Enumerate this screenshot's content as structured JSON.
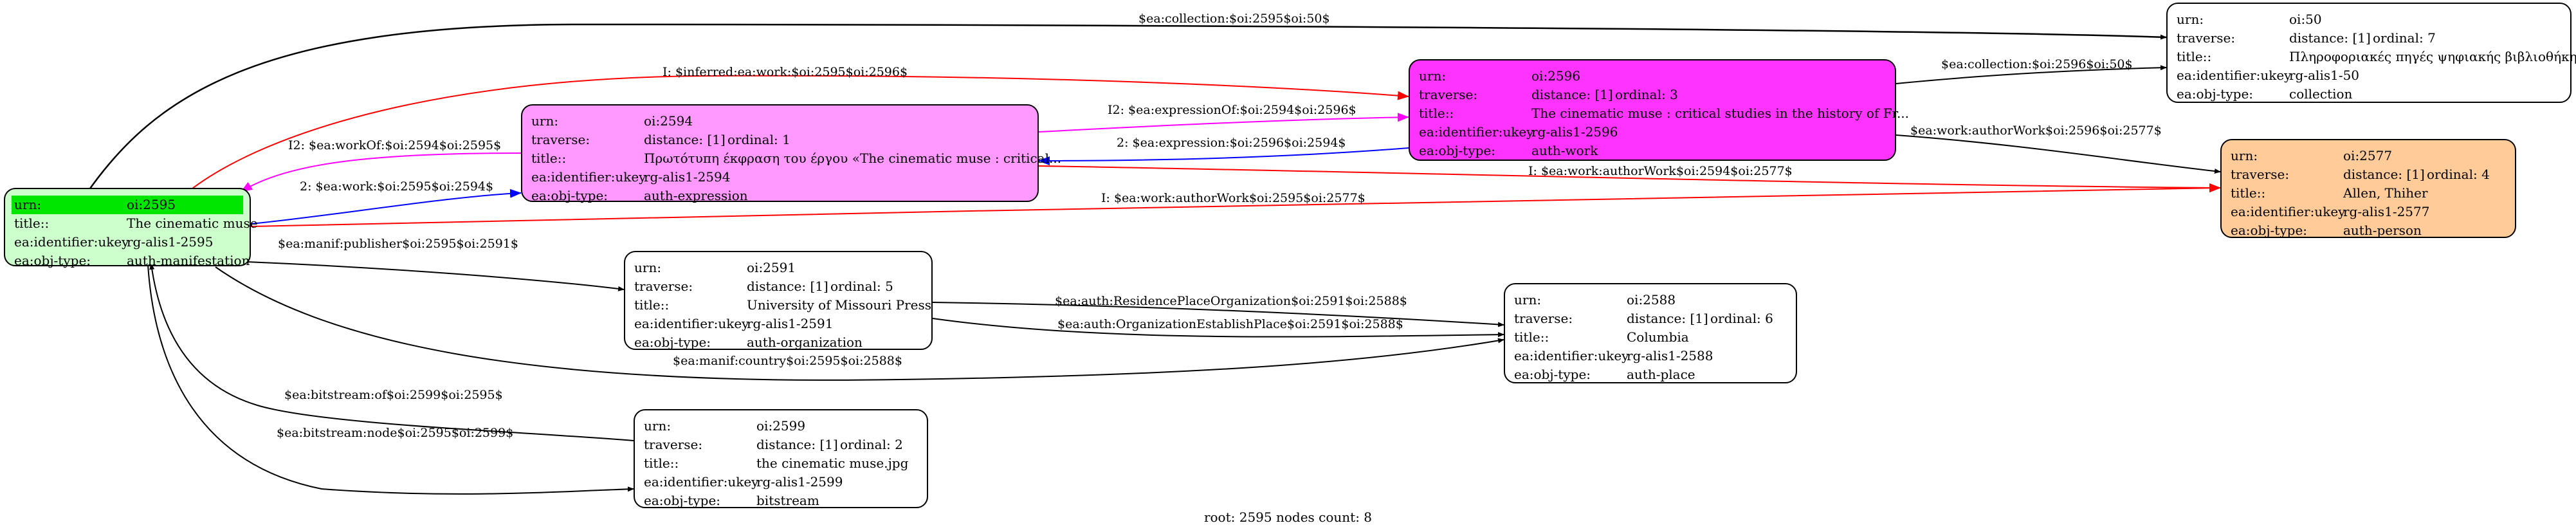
{
  "nodes": {
    "n2595": {
      "color": "#ccffcc",
      "rows": [
        {
          "k": "urn:",
          "v": "oi:2595"
        },
        {
          "k": "title::",
          "v": "The cinematic muse"
        },
        {
          "k": "ea:identifier:ukey",
          "v": "rg-alis1-2595"
        },
        {
          "k": "ea:obj-type:",
          "v": "auth-manifestation"
        }
      ]
    },
    "n2594": {
      "color": "#ff99ff",
      "rows": [
        {
          "k": "urn:",
          "v": "oi:2594"
        },
        {
          "k": "traverse:",
          "v": "distance: [1]",
          "v2": "ordinal: 1"
        },
        {
          "k": "title::",
          "v": "Πρωτότυπη έκφραση του έργου «The cinematic muse : critical..."
        },
        {
          "k": "ea:identifier:ukey",
          "v": "rg-alis1-2594"
        },
        {
          "k": "ea:obj-type:",
          "v": "auth-expression"
        }
      ]
    },
    "n2596": {
      "color": "#ff33ff",
      "rows": [
        {
          "k": "urn:",
          "v": "oi:2596"
        },
        {
          "k": "traverse:",
          "v": "distance: [1]",
          "v2": "ordinal: 3"
        },
        {
          "k": "title::",
          "v": "The cinematic muse : critical studies in the history of Fr..."
        },
        {
          "k": "ea:identifier:ukey",
          "v": "rg-alis1-2596"
        },
        {
          "k": "ea:obj-type:",
          "v": "auth-work"
        }
      ]
    },
    "n50": {
      "color": "#ffffff",
      "rows": [
        {
          "k": "urn:",
          "v": "oi:50"
        },
        {
          "k": "traverse:",
          "v": "distance: [1]",
          "v2": "ordinal: 7"
        },
        {
          "k": "title::",
          "v": "Πληροφοριακές πηγές ψηφιακής βιβλιοθήκης"
        },
        {
          "k": "ea:identifier:ukey",
          "v": "rg-alis1-50"
        },
        {
          "k": "ea:obj-type:",
          "v": "collection"
        }
      ]
    },
    "n2577": {
      "color": "#ffcc99",
      "rows": [
        {
          "k": "urn:",
          "v": "oi:2577"
        },
        {
          "k": "traverse:",
          "v": "distance: [1]",
          "v2": "ordinal: 4"
        },
        {
          "k": "title::",
          "v": "Allen, Thiher"
        },
        {
          "k": "ea:identifier:ukey",
          "v": "rg-alis1-2577"
        },
        {
          "k": "ea:obj-type:",
          "v": "auth-person"
        }
      ]
    },
    "n2591": {
      "color": "#ffffff",
      "rows": [
        {
          "k": "urn:",
          "v": "oi:2591"
        },
        {
          "k": "traverse:",
          "v": "distance: [1]",
          "v2": "ordinal: 5"
        },
        {
          "k": "title::",
          "v": "University of Missouri Press"
        },
        {
          "k": "ea:identifier:ukey",
          "v": "rg-alis1-2591"
        },
        {
          "k": "ea:obj-type:",
          "v": "auth-organization"
        }
      ]
    },
    "n2588": {
      "color": "#ffffff",
      "rows": [
        {
          "k": "urn:",
          "v": "oi:2588"
        },
        {
          "k": "traverse:",
          "v": "distance: [1]",
          "v2": "ordinal: 6"
        },
        {
          "k": "title::",
          "v": "Columbia"
        },
        {
          "k": "ea:identifier:ukey",
          "v": "rg-alis1-2588"
        },
        {
          "k": "ea:obj-type:",
          "v": "auth-place"
        }
      ]
    },
    "n2599": {
      "color": "#ffffff",
      "rows": [
        {
          "k": "urn:",
          "v": "oi:2599"
        },
        {
          "k": "traverse:",
          "v": "distance: [1]",
          "v2": "ordinal: 2"
        },
        {
          "k": "title::",
          "v": "the cinematic muse.jpg"
        },
        {
          "k": "ea:identifier:ukey",
          "v": "rg-alis1-2599"
        },
        {
          "k": "ea:obj-type:",
          "v": "bitstream"
        }
      ]
    }
  },
  "edges": [
    {
      "id": "collection-2595-50",
      "label": "$ea:collection:$oi:2595$oi:50$",
      "color": "#000000"
    },
    {
      "id": "inferred-work-2595-2596",
      "label": "I: $inferred:ea:work:$oi:2595$oi:2596$",
      "color": "#ff0000"
    },
    {
      "id": "workof-2594-2595",
      "label": "I2: $ea:workOf:$oi:2594$oi:2595$",
      "color": "#ff00ff"
    },
    {
      "id": "work-2595-2594",
      "label": "2: $ea:work:$oi:2595$oi:2594$",
      "color": "#0000ff"
    },
    {
      "id": "expressionof-2594-2596",
      "label": "I2: $ea:expressionOf:$oi:2594$oi:2596$",
      "color": "#ff00ff"
    },
    {
      "id": "expression-2596-2594",
      "label": "2: $ea:expression:$oi:2596$oi:2594$",
      "color": "#0000ff"
    },
    {
      "id": "collection-2596-50",
      "label": "$ea:collection:$oi:2596$oi:50$",
      "color": "#000000"
    },
    {
      "id": "authorwork-2596-2577",
      "label": "$ea:work:authorWork$oi:2596$oi:2577$",
      "color": "#000000"
    },
    {
      "id": "authorwork-2594-2577",
      "label": "I: $ea:work:authorWork$oi:2594$oi:2577$",
      "color": "#ff0000"
    },
    {
      "id": "authorwork-2595-2577",
      "label": "I: $ea:work:authorWork$oi:2595$oi:2577$",
      "color": "#ff0000"
    },
    {
      "id": "publisher-2595-2591",
      "label": "$ea:manif:publisher$oi:2595$oi:2591$",
      "color": "#000000"
    },
    {
      "id": "residence-2591-2588",
      "label": "$ea:auth:ResidencePlaceOrganization$oi:2591$oi:2588$",
      "color": "#000000"
    },
    {
      "id": "establish-2591-2588",
      "label": "$ea:auth:OrganizationEstablishPlace$oi:2591$oi:2588$",
      "color": "#000000"
    },
    {
      "id": "country-2595-2588",
      "label": "$ea:manif:country$oi:2595$oi:2588$",
      "color": "#000000"
    },
    {
      "id": "bitstreamof-2599-2595",
      "label": "$ea:bitstream:of$oi:2599$oi:2595$",
      "color": "#000000"
    },
    {
      "id": "bitstreamnode-2595-2599",
      "label": "$ea:bitstream:node$oi:2595$oi:2599$",
      "color": "#000000"
    }
  ],
  "footer": "root: 2595 nodes count: 8"
}
